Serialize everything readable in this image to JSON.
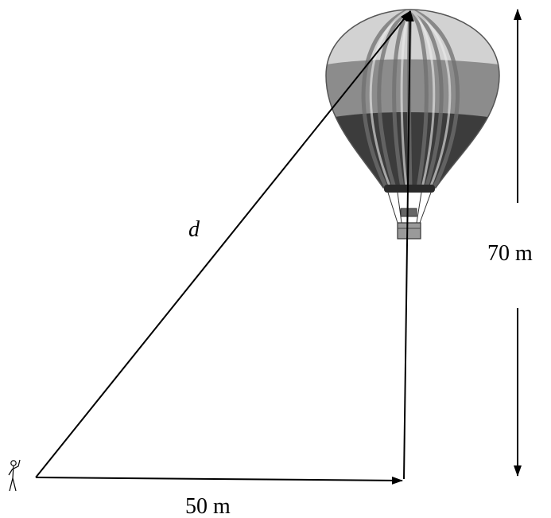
{
  "diagram": {
    "hypotenuse_label": "d",
    "horizontal_label": "50 m",
    "vertical_label": "70 m"
  },
  "figures": {
    "observer_icon": "stick-figure-waving-icon",
    "balloon_icon": "hot-air-balloon-icon"
  },
  "colors": {
    "line": "#000000",
    "balloon_light": "#d2d2d2",
    "balloon_mid": "#8c8c8c",
    "balloon_dark": "#3c3c3c",
    "balloon_outline": "#555555"
  }
}
